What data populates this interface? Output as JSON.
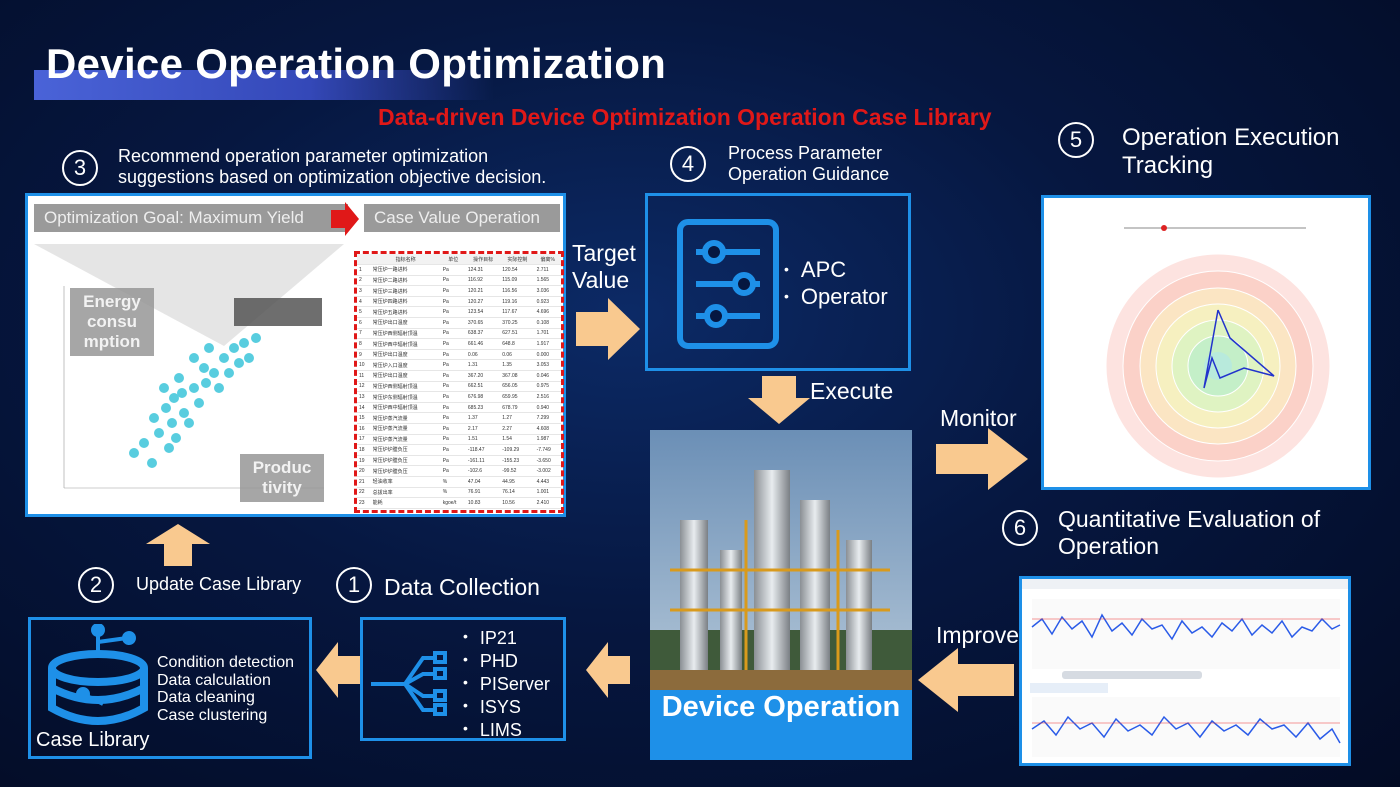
{
  "title": "Device Operation Optimization",
  "subtitle": "Data-driven Device Optimization Operation Case Library",
  "steps": {
    "s1": {
      "num": "1",
      "label": "Data Collection",
      "items": [
        "IP21",
        "PHD",
        "PIServer",
        "ISYS",
        "LIMS"
      ]
    },
    "s2": {
      "num": "2",
      "label": "Update Case Library",
      "items": [
        "Condition detection",
        "Data calculation",
        "Data cleaning",
        "Case clustering"
      ],
      "box_label": "Case Library"
    },
    "s3": {
      "num": "3",
      "label": "Recommend operation parameter optimization suggestions based on optimization objective decision.",
      "goal": "Optimization Goal: Maximum Yield",
      "case_value": "Case Value Operation",
      "energy": "Energy consu mption",
      "productivity": "Produc tivity"
    },
    "s4": {
      "num": "4",
      "label": "Process Parameter Operation Guidance",
      "items": [
        "APC",
        "Operator"
      ]
    },
    "s5": {
      "num": "5",
      "label": "Operation Execution Tracking"
    },
    "s6": {
      "num": "6",
      "label": "Quantitative Evaluation of Operation"
    }
  },
  "arrows": {
    "target_value": "Target Value",
    "execute": "Execute",
    "monitor": "Monitor",
    "improve": "Improve"
  },
  "device": {
    "label": "Device Operation"
  },
  "colors": {
    "accent": "#1e90e8",
    "subtitle": "#e01818",
    "arrow": "#f9c98f",
    "background": "#061740"
  },
  "icons": [
    "sliders-icon",
    "database-network-icon",
    "branch-tree-icon",
    "right-arrow-icon",
    "left-arrow-icon",
    "up-arrow-icon",
    "down-arrow-icon"
  ]
}
